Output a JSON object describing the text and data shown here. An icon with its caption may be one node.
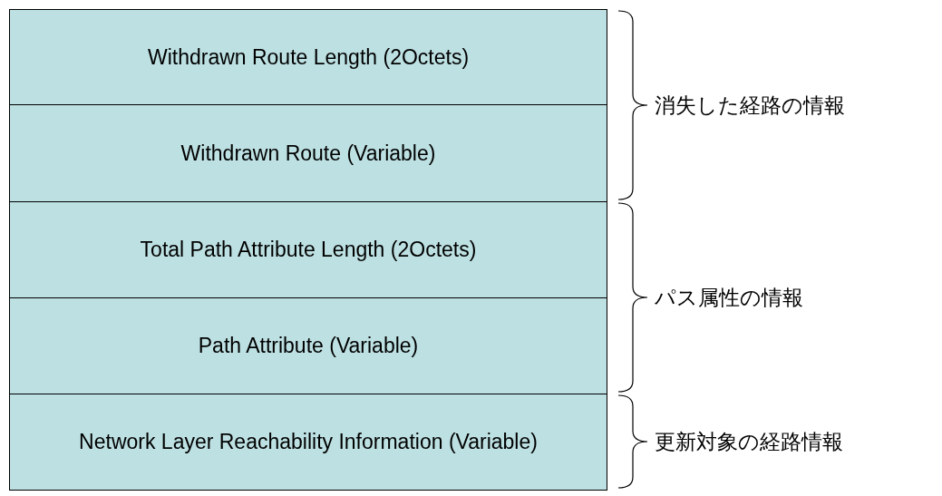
{
  "diagram": {
    "nodes": [
      {
        "text": [
          "Withdrawn Route Length (2Octets)"
        ]
      },
      {
        "text": [
          "Withdrawn Route (Variable)"
        ]
      },
      {
        "text": [
          "Total Path Attribute Length (2Octets)"
        ]
      },
      {
        "text": [
          "Path Attribute (Variable)"
        ]
      },
      {
        "text": [
          "Network Layer Reachability Information (Variable)"
        ]
      }
    ],
    "edges": [],
    "labels": [
      "消失した経路の情報",
      "パス属性の情報",
      "更新対象の経路情報"
    ]
  }
}
